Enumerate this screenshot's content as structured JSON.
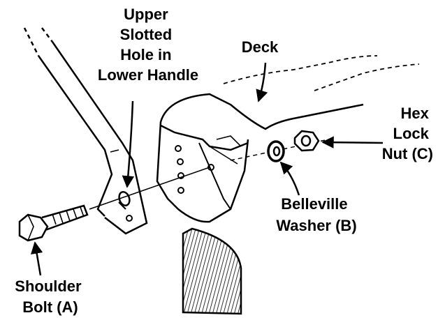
{
  "labels": {
    "handle_slot": [
      "Upper",
      "Slotted",
      "Hole in",
      "Lower Handle"
    ],
    "deck": "Deck",
    "hex_nut": [
      "Hex",
      "Lock",
      "Nut (C)"
    ],
    "washer": [
      "Belleville",
      "Washer (B)"
    ],
    "bolt": [
      "Shoulder",
      "Bolt (A)"
    ]
  },
  "colors": {
    "ink": "#000000",
    "paper": "#ffffff"
  }
}
